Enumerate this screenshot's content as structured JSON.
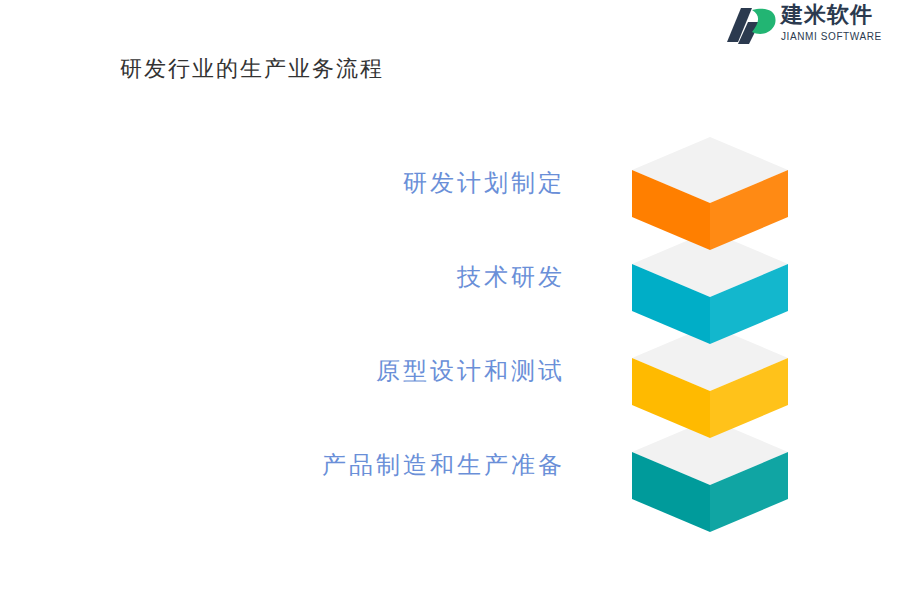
{
  "diagram": {
    "title": "研发行业的生产业务流程",
    "nodes": [
      {
        "text": [
          "研发计划制定"
        ]
      },
      {
        "text": [
          "技术研发"
        ]
      },
      {
        "text": [
          "原型设计和测试"
        ]
      },
      {
        "text": [
          "产品制造和生产准备"
        ]
      }
    ],
    "labels": [
      "建米软件",
      "JIANMI SOFTWARE"
    ]
  }
}
